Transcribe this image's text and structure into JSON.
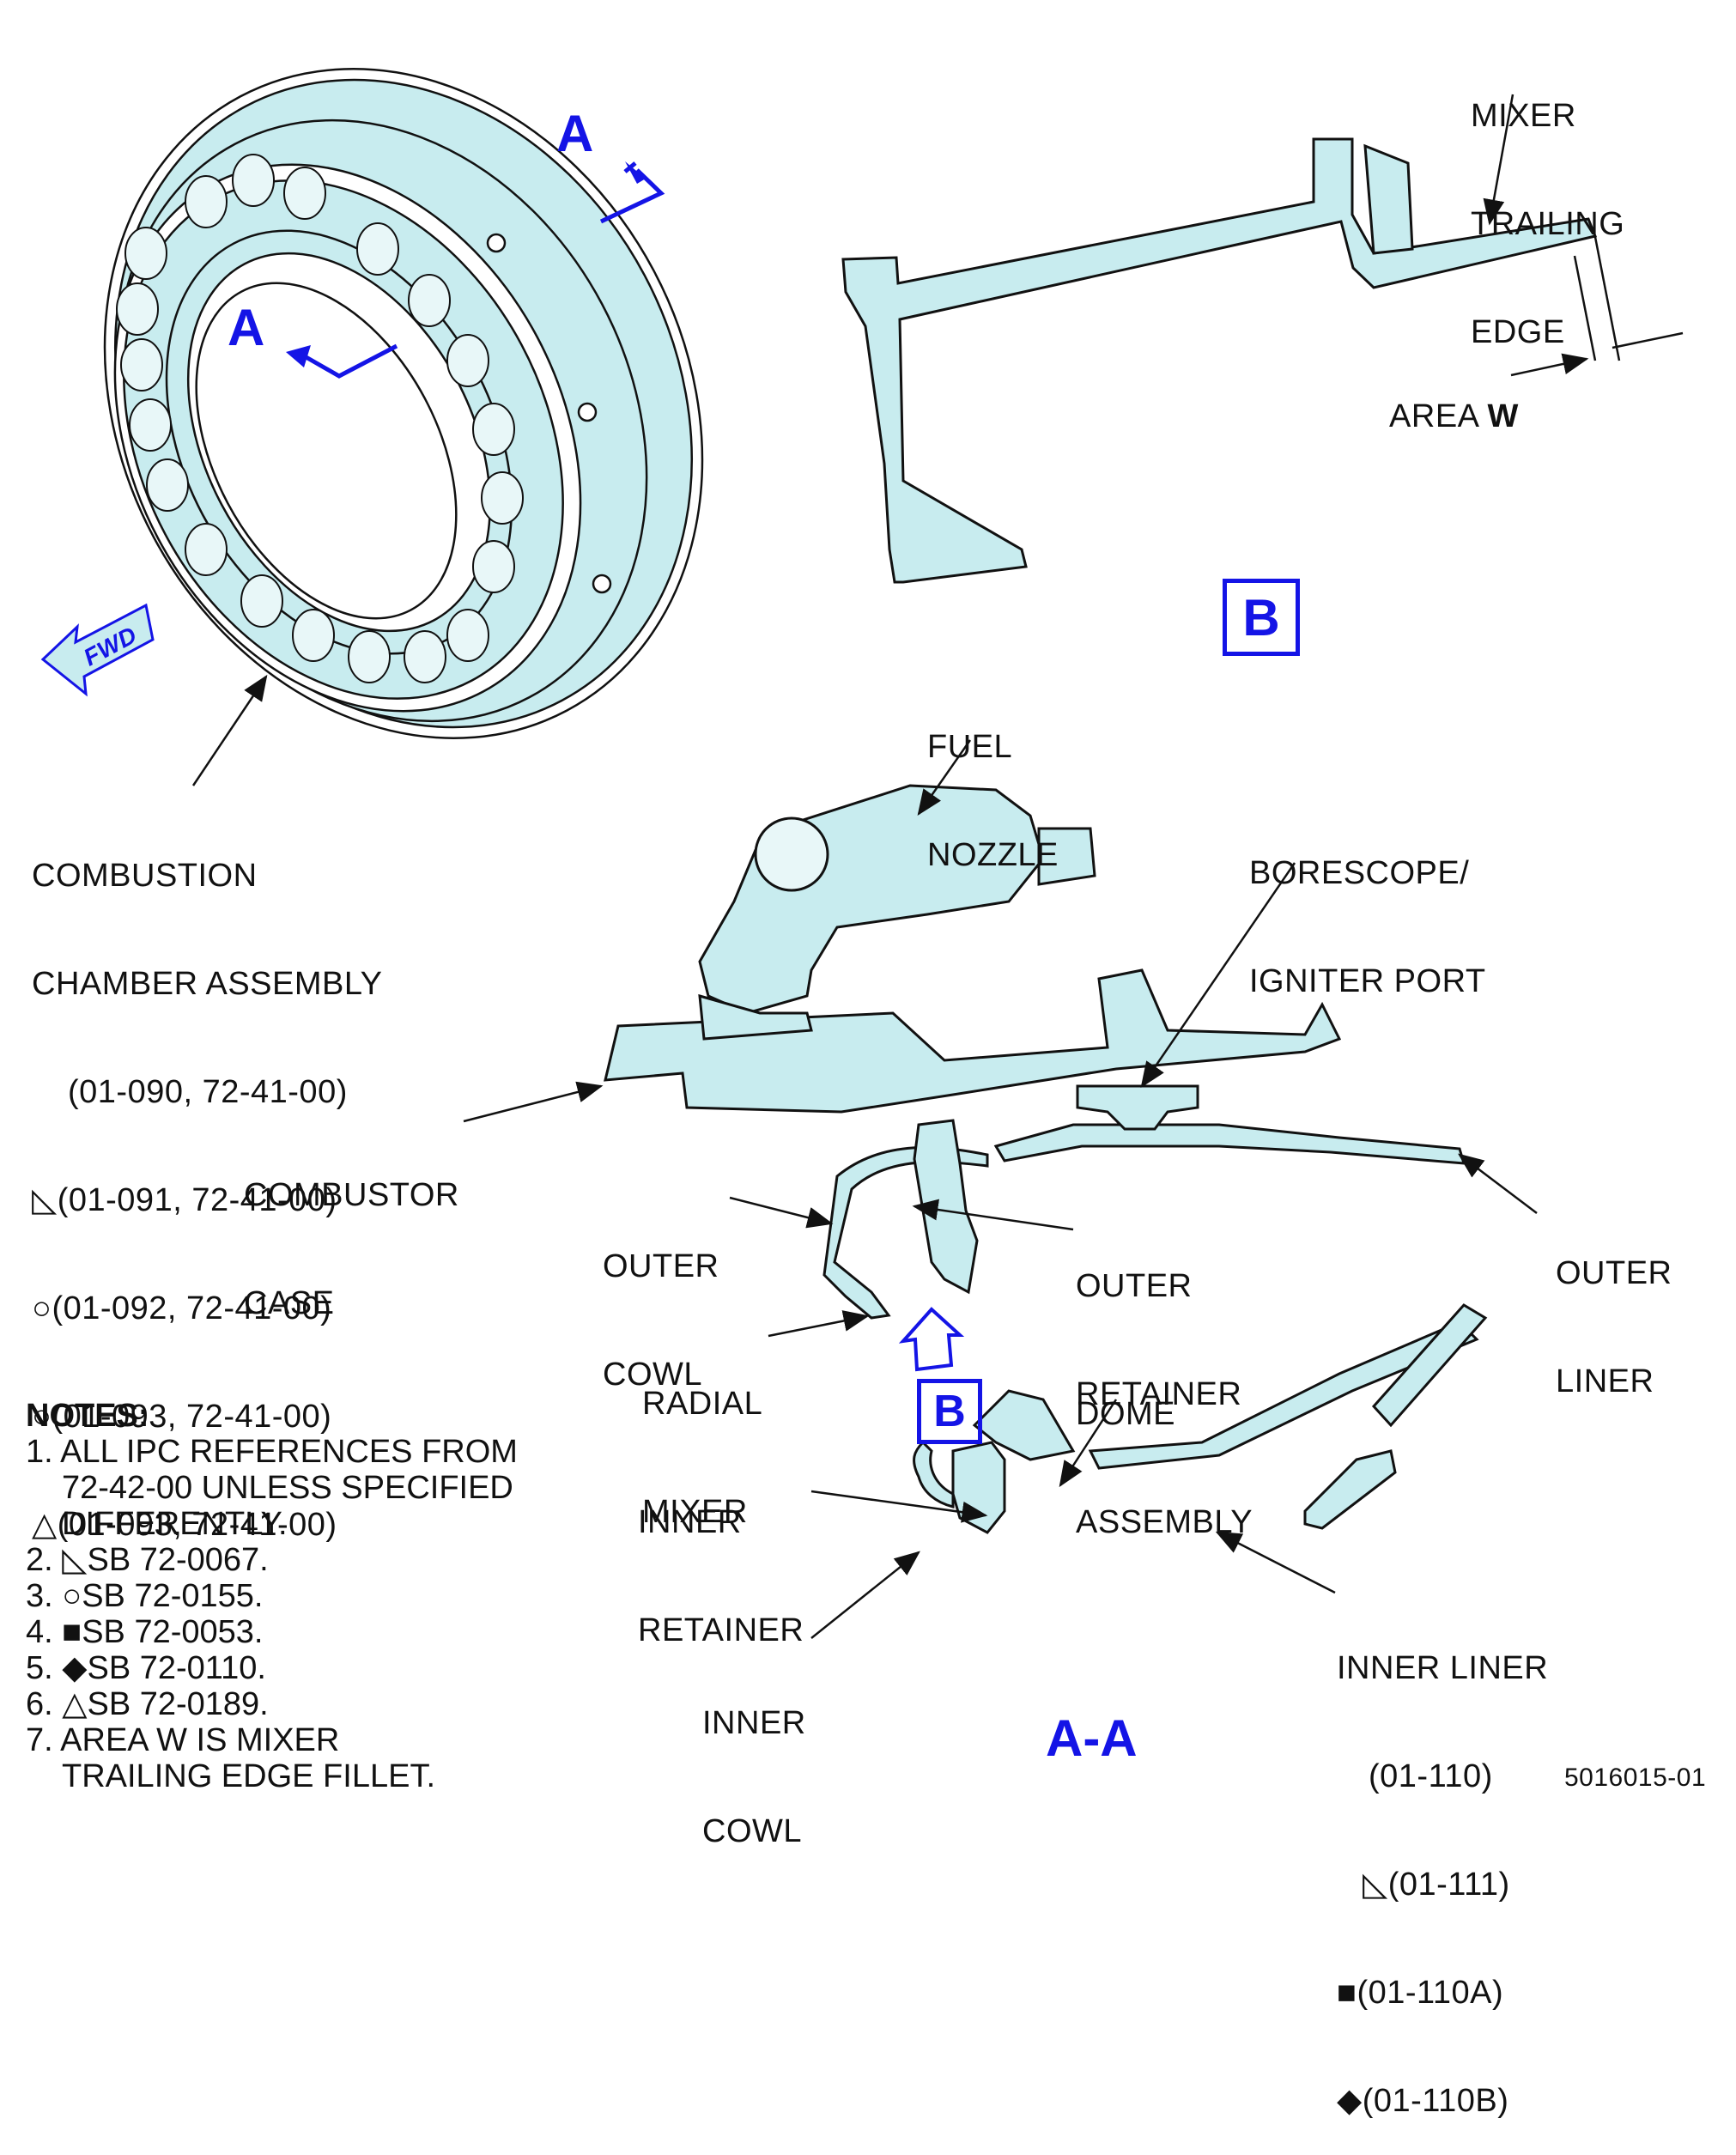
{
  "figure_id": "5016015-01",
  "section_label": "A-A",
  "view_marker": "A",
  "detail_marker": "B",
  "fwd_label": "FWD",
  "labels": {
    "mixer_trailing_edge": [
      "MIXER",
      "TRAILING",
      "EDGE"
    ],
    "area_w_prefix": "AREA ",
    "area_w_letter": "W",
    "fuel_nozzle": [
      "FUEL",
      "NOZZLE"
    ],
    "borescope_port": [
      "BORESCOPE/",
      "IGNITER PORT"
    ],
    "combustion_chamber": [
      "COMBUSTION",
      "CHAMBER ASSEMBLY",
      "(01-090, 72-41-00)",
      "◺(01-091, 72-41-00)",
      "○(01-092, 72-41-00)",
      "○(01-093, 72-41-00)",
      "△(01-093, 72-41-00)"
    ],
    "combustor_case": [
      "COMBUSTOR",
      "CASE"
    ],
    "outer_cowl": [
      "OUTER",
      "COWL"
    ],
    "outer_retainer": [
      "OUTER",
      "RETAINER"
    ],
    "outer_liner": [
      "OUTER",
      "LINER"
    ],
    "radial_mixer": [
      "RADIAL",
      "MIXER"
    ],
    "dome_assembly": [
      "DOME",
      "ASSEMBLY"
    ],
    "inner_retainer": [
      "INNER",
      "RETAINER"
    ],
    "inner_cowl": [
      "INNER",
      "COWL"
    ],
    "inner_liner": [
      "INNER LINER",
      "(01-110)",
      "◺(01-111)",
      "■(01-110A)",
      "◆(01-110B)"
    ]
  },
  "notes": {
    "title": "NOTES:",
    "items": [
      [
        "1. ALL IPC REFERENCES FROM",
        "72-42-00 UNLESS SPECIFIED",
        "DIFFERENTLY."
      ],
      [
        "2. ◺SB 72-0067."
      ],
      [
        "3. ○SB 72-0155."
      ],
      [
        "4. ■SB 72-0053."
      ],
      [
        "5. ◆SB 72-0110."
      ],
      [
        "6. △SB 72-0189."
      ],
      [
        "7. AREA W IS MIXER",
        "TRAILING EDGE FILLET."
      ]
    ]
  },
  "colors": {
    "fill": "#c8ecef",
    "line": "#111111",
    "accent": "#1414e6"
  }
}
